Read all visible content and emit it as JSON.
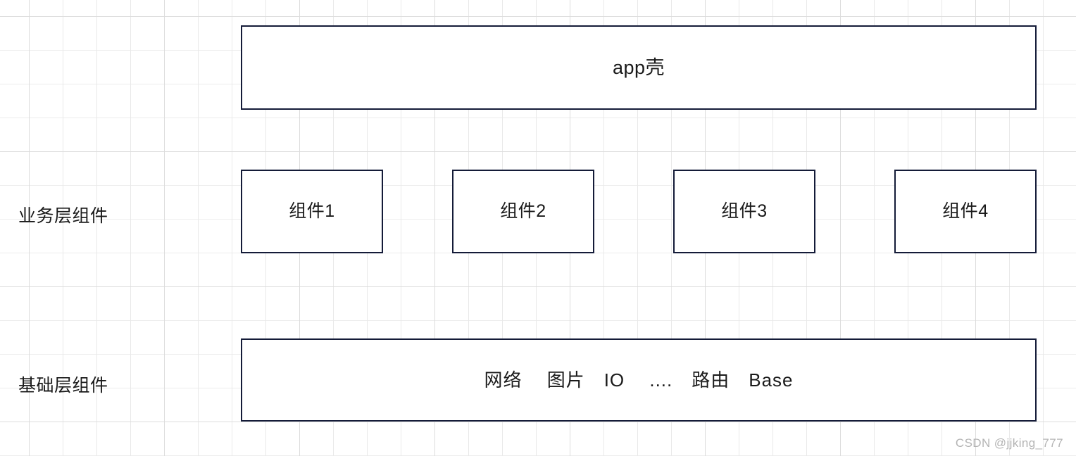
{
  "diagram": {
    "title_box": {
      "label": "app壳"
    },
    "row_labels": {
      "business_layer": "业务层组件",
      "base_layer": "基础层组件"
    },
    "components": [
      {
        "label": "组件1"
      },
      {
        "label": "组件2"
      },
      {
        "label": "组件3"
      },
      {
        "label": "组件4"
      }
    ],
    "base_layer_box": {
      "label": "网络　 图片　IO　 ....　路由　Base",
      "items": [
        "网络",
        "图片",
        "IO",
        "....",
        "路由",
        "Base"
      ]
    },
    "colors": {
      "box_border": "#141b38",
      "box_fill": "#ffffff",
      "text": "#1a1a1a",
      "grid_minor": "#ededed",
      "grid_major": "#dcdcdc",
      "watermark": "#b4b4b4"
    }
  },
  "watermark": {
    "text": "CSDN @jjking_777"
  }
}
